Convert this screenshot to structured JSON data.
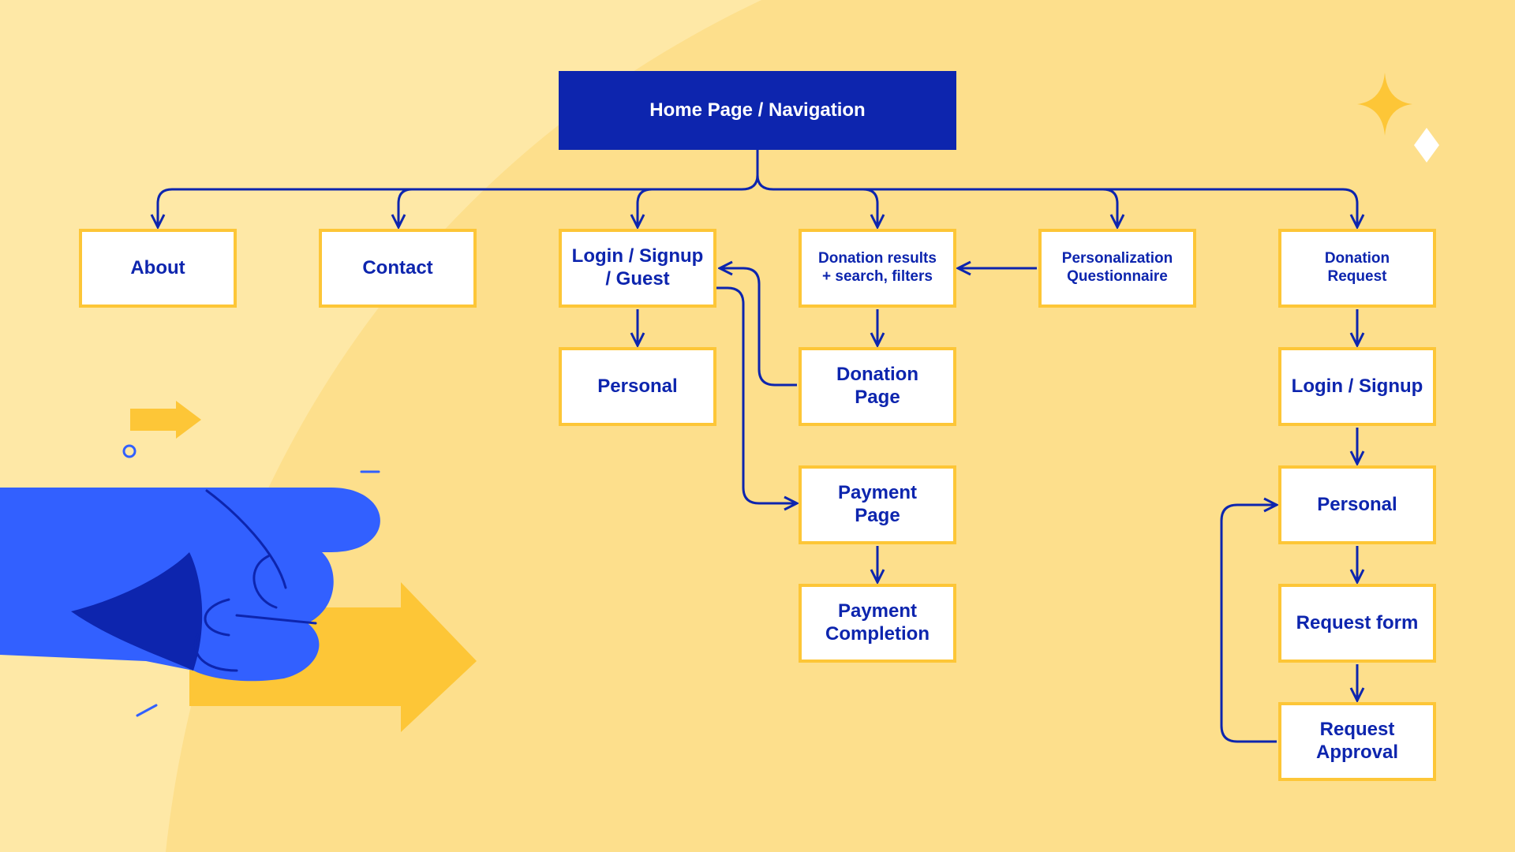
{
  "diagram": {
    "root": {
      "label": "Home Page / Navigation"
    },
    "nodes": {
      "about": "About",
      "contact": "Contact",
      "login_guest": "Login / Signup\n/ Guest",
      "donation_results": "Donation results\n+ search, filters",
      "questionnaire": "Personalization\nQuestionnaire",
      "donation_request": "Donation\nRequest",
      "personal_1": "Personal",
      "donation_page": "Donation\nPage",
      "payment_page": "Payment\nPage",
      "payment_completion": "Payment\nCompletion",
      "login_signup": "Login / Signup",
      "personal_2": "Personal",
      "request_form": "Request form",
      "request_approval": "Request\nApproval"
    }
  },
  "colors": {
    "background": "#FDDF8C",
    "background_light": "#FEE8A6",
    "node_fill": "#FFFFFF",
    "node_border": "#FDC637",
    "root_fill": "#0D25AE",
    "text": "#0D25AE",
    "connector": "#0D25AE",
    "accent_yellow": "#FDC637",
    "hand_blue": "#3260FF"
  },
  "decorations": [
    "pointing-hand-icon",
    "arrow-right-icon",
    "sparkle-star-icon",
    "diamond-icon"
  ]
}
